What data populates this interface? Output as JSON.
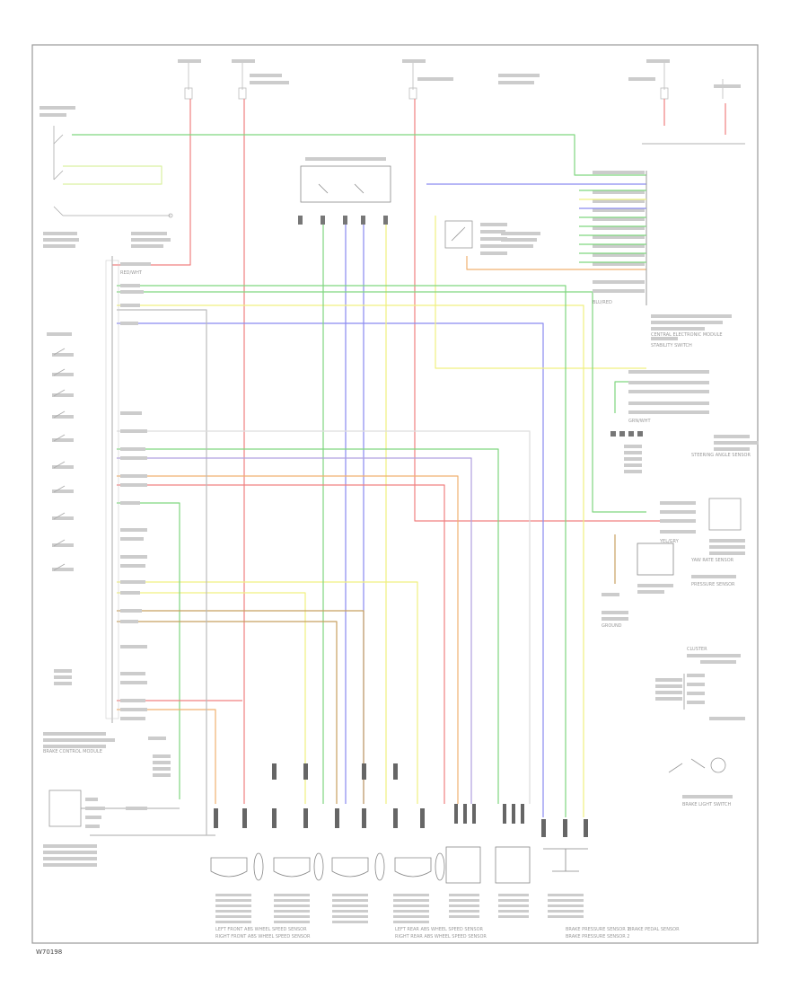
{
  "diagram_code": "W70198",
  "bottom_components": [
    "LEFT FRONT ABS WHEEL SPEED SENSOR",
    "RIGHT FRONT ABS WHEEL SPEED SENSOR",
    "LEFT REAR ABS WHEEL SPEED SENSOR",
    "RIGHT REAR ABS WHEEL SPEED SENSOR",
    "BRAKE PRESSURE SENSOR 1",
    "BRAKE PRESSURE SENSOR 2",
    "BRAKE PEDAL SENSOR"
  ],
  "side_labels": {
    "control_module": "BRAKE CONTROL MODULE",
    "stability_switch": "STABILITY SWITCH",
    "steering_angle_sensor": "STEERING ANGLE SENSOR",
    "yaw_rate_sensor": "YAW RATE SENSOR",
    "brake_light_switch": "BRAKE LIGHT SWITCH",
    "central_electronic_module": "CENTRAL ELECTRONIC MODULE",
    "pressure_sensor": "PRESSURE SENSOR",
    "cluster": "CLUSTER",
    "ground": "GROUND",
    "wire_labels": [
      "GRN/WHT",
      "YEL/GRY",
      "BLU/RED",
      "RED/WHT"
    ]
  },
  "colors": {
    "green": "#7fd67f",
    "red": "#f08080",
    "blue": "#8a8af0",
    "yellow": "#f0f080",
    "orange": "#f0b070",
    "brown": "#c8a060",
    "gray": "#bbbbbb"
  }
}
